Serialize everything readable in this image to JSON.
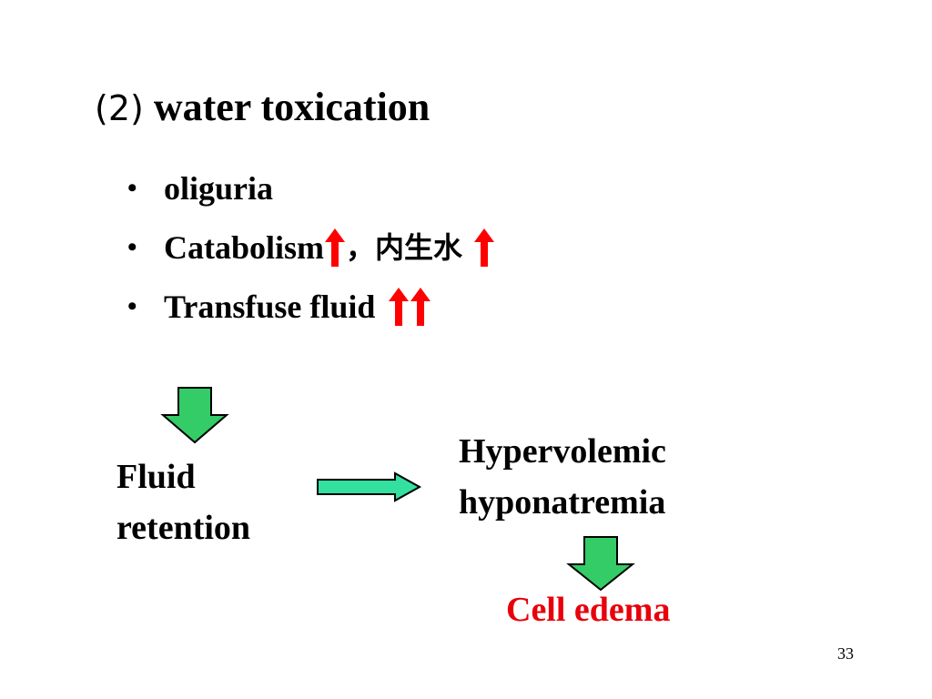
{
  "title": {
    "number": "(2)",
    "text": "water toxication"
  },
  "bullets": [
    {
      "text": "oliguria"
    },
    {
      "text": "Catabolism",
      "sep": "，",
      "cjk": "内生水"
    },
    {
      "text": "Transfuse fluid"
    }
  ],
  "bullet_marker": "•",
  "flow": {
    "fluid_line1": "Fluid",
    "fluid_line2": "retention",
    "hyper_line1": "Hypervolemic",
    "hyper_line2": "hyponatremia",
    "result": "Cell edema"
  },
  "icons": {
    "up": "red-up-arrow-icon",
    "down": "green-down-arrow-icon",
    "right": "teal-right-arrow-icon"
  },
  "colors": {
    "up_arrow": "#ff0000",
    "down_arrow": "#33cc66",
    "right_arrow": "#33e0a0",
    "result_text": "#e8000b"
  },
  "page_number": "33"
}
